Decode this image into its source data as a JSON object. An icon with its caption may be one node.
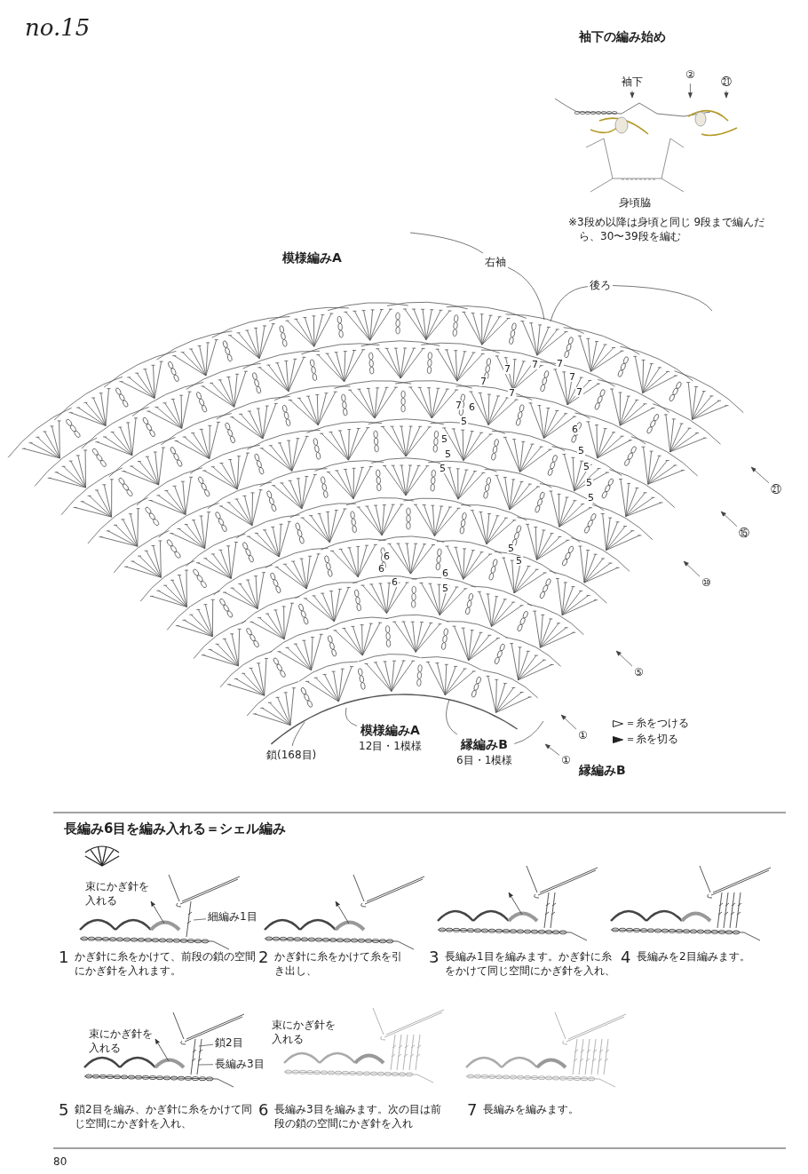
{
  "diagram": {
    "title": "no.15",
    "nodes": [
      {
        "text": [
          "袖下"
        ]
      },
      {
        "text": [
          "②"
        ]
      },
      {
        "text": [
          "㉑"
        ]
      },
      {
        "text": [
          "右袖"
        ]
      },
      {
        "text": [
          "後ろ"
        ]
      },
      {
        "text": [
          "㉑"
        ]
      },
      {
        "text": [
          "⑮"
        ]
      },
      {
        "text": [
          "⑩"
        ]
      },
      {
        "text": [
          "⑤"
        ]
      },
      {
        "text": [
          "鎖(168目)"
        ]
      },
      {
        "text": [
          "模様編みA",
          "12目・1模様"
        ]
      },
      {
        "text": [
          "縁編みB",
          "6目・1模様"
        ]
      },
      {
        "text": [
          "①"
        ]
      },
      {
        "text": [
          "①"
        ]
      },
      {
        "text": [
          "細編み1目"
        ]
      },
      {
        "text": [
          "鎖2目"
        ]
      },
      {
        "text": [
          "長編み3目"
        ]
      },
      {
        "text": [],
        "shape": "picture"
      }
    ],
    "edges": [
      {
        "from": 0,
        "to": 17,
        "arrow": "to"
      },
      {
        "from": 1,
        "to": 17,
        "arrow": "to"
      },
      {
        "from": 2,
        "to": 17,
        "arrow": "to"
      },
      {
        "from": 3,
        "to": null,
        "arrow": "none"
      },
      {
        "from": 3,
        "to": null,
        "arrow": "none"
      },
      {
        "from": 4,
        "to": null,
        "arrow": "none"
      },
      {
        "from": 4,
        "to": null,
        "arrow": "none"
      },
      {
        "from": 5,
        "to": null,
        "arrow": "to"
      },
      {
        "from": 6,
        "to": null,
        "arrow": "to"
      },
      {
        "from": 7,
        "to": null,
        "arrow": "to"
      },
      {
        "from": 8,
        "to": null,
        "arrow": "to"
      },
      {
        "from": 9,
        "to": null,
        "arrow": "none"
      },
      {
        "from": 10,
        "to": null,
        "arrow": "none"
      },
      {
        "from": 11,
        "to": null,
        "arrow": "none"
      },
      {
        "from": 11,
        "to": null,
        "arrow": "none"
      },
      {
        "from": 12,
        "to": null,
        "arrow": "to"
      },
      {
        "from": 13,
        "to": null,
        "arrow": "to"
      },
      {
        "from": 14,
        "to": null,
        "arrow": "none"
      },
      {
        "from": 15,
        "to": null,
        "arrow": "none"
      },
      {
        "from": 16,
        "to": null,
        "arrow": "none"
      }
    ],
    "labels": [
      "袖下の編み始め",
      "身頃脇",
      "※3段め以降は身頃と同じ 9段まで編んだら、30〜39段を編む",
      "模様編みA",
      "7",
      "7",
      "7",
      "7",
      "7",
      "7",
      "7",
      "7",
      "6",
      "5",
      "6",
      "5",
      "5",
      "5",
      "5",
      "5",
      "5",
      "5",
      "5",
      "6",
      "5",
      "6",
      "6",
      "6",
      "5",
      "縁編みB",
      "長編み6目を編み入れる＝シェル編み",
      "束にかぎ針を入れる",
      "1",
      "かぎ針に糸をかけて、前段の鎖の空間にかぎ針を入れます。",
      "2",
      "かぎ針に糸をかけて糸を引き出し、",
      "3",
      "長編み1目を編みます。かぎ針に糸をかけて同じ空間にかぎ針を入れ、",
      "4",
      "長編みを2目編みます。",
      "束にかぎ針を入れる",
      "5",
      "鎖2目を編み、かぎ針に糸をかけて同じ空間にかぎ針を入れ、",
      "束にかぎ針を入れる",
      "6",
      "長編み3目を編みます。次の目は前段の鎖の空間にかぎ針を入れ",
      "7",
      "長編みを編みます。",
      "80"
    ],
    "legend": [
      {
        "text": "＝糸をつける"
      },
      {
        "text": "＝糸を切る"
      }
    ]
  }
}
